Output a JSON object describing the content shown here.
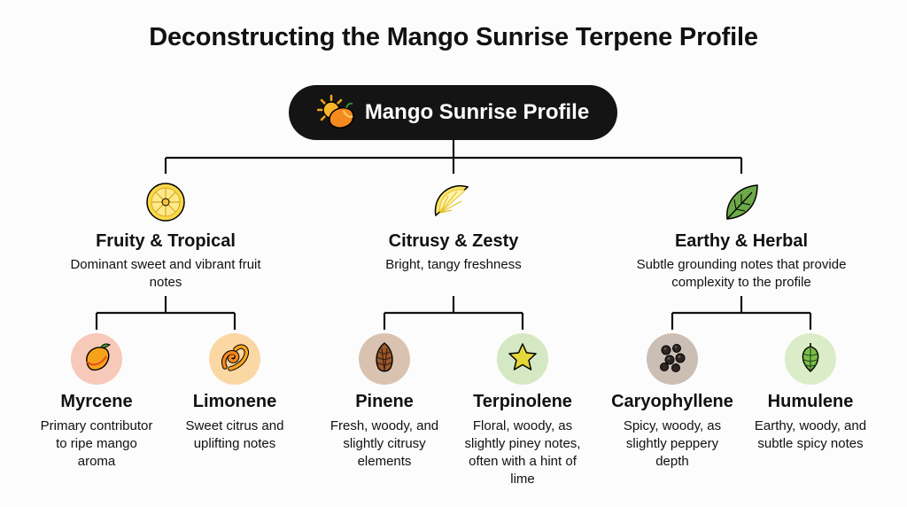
{
  "title": "Deconstructing the Mango Sunrise Terpene Profile",
  "root": {
    "label": "Mango Sunrise Profile",
    "icon": "sun-mango-icon"
  },
  "categories": [
    {
      "title": "Fruity & Tropical",
      "description": "Dominant sweet and vibrant fruit notes",
      "icon": "pineapple-slice-icon"
    },
    {
      "title": "Citrusy & Zesty",
      "description": "Bright, tangy freshness",
      "icon": "lemon-slice-icon"
    },
    {
      "title": "Earthy & Herbal",
      "description": "Subtle grounding notes that provide complexity to the profile",
      "icon": "leaf-icon"
    }
  ],
  "terpenes": [
    {
      "name": "Myrcene",
      "description": "Primary contributor to ripe mango aroma",
      "icon": "mango-icon",
      "circle_color": "#f6c9b8"
    },
    {
      "name": "Limonene",
      "description": "Sweet citrus and uplifting notes",
      "icon": "orange-peel-icon",
      "circle_color": "#fbd7a4"
    },
    {
      "name": "Pinene",
      "description": "Fresh, woody, and slightly citrusy elements",
      "icon": "pinecone-icon",
      "circle_color": "#d9c3b0"
    },
    {
      "name": "Terpinolene",
      "description": "Floral, woody, as slightly piney notes, often with a hint of lime",
      "icon": "star-icon",
      "circle_color": "#d5e8c4"
    },
    {
      "name": "Caryophyllene",
      "description": "Spicy, woody, as slightly peppery depth",
      "icon": "peppercorns-icon",
      "circle_color": "#cbbfb5"
    },
    {
      "name": "Humulene",
      "description": "Earthy, woody, and subtle spicy notes",
      "icon": "hop-icon",
      "circle_color": "#dbecc8"
    }
  ]
}
